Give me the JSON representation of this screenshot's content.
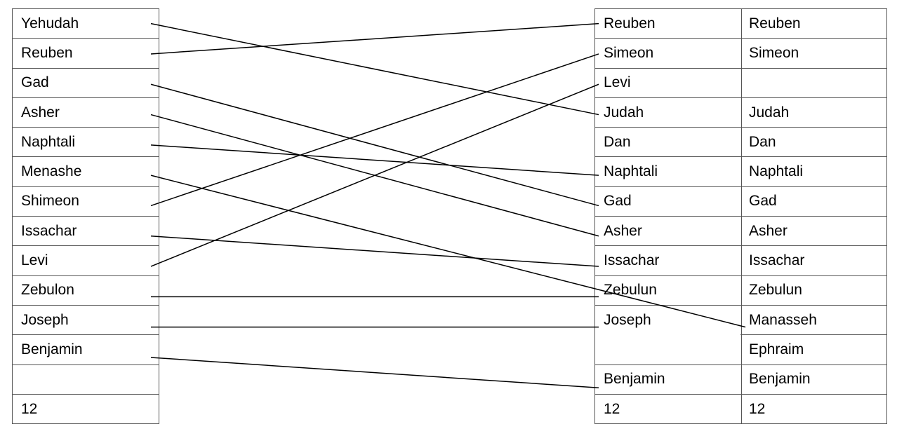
{
  "left_list": [
    "Yehudah",
    "Reuben",
    "Gad",
    "Asher",
    "Naphtali",
    "Menashe",
    "Shimeon",
    "Issachar",
    "Levi",
    "Zebulon",
    "Joseph",
    "Benjamin",
    "",
    "12"
  ],
  "middle_list": [
    "Reuben",
    "Simeon",
    "Levi",
    "Judah",
    "Dan",
    "Naphtali",
    "Gad",
    "Asher",
    "Issachar",
    "Zebulun",
    "Joseph",
    "",
    "Benjamin",
    "12"
  ],
  "right_list": [
    "Reuben",
    "Simeon",
    "",
    "Judah",
    "Dan",
    "Naphtali",
    "Gad",
    "Asher",
    "Issachar",
    "Zebulun",
    "Manasseh",
    "Ephraim",
    "Benjamin",
    "12"
  ],
  "connections": [
    {
      "from": 0,
      "to_col": "middle",
      "to": 3
    },
    {
      "from": 1,
      "to_col": "middle",
      "to": 0
    },
    {
      "from": 2,
      "to_col": "middle",
      "to": 6
    },
    {
      "from": 3,
      "to_col": "middle",
      "to": 7
    },
    {
      "from": 4,
      "to_col": "middle",
      "to": 5
    },
    {
      "from": 5,
      "to_col": "right",
      "to": 10
    },
    {
      "from": 6,
      "to_col": "middle",
      "to": 1
    },
    {
      "from": 7,
      "to_col": "middle",
      "to": 8
    },
    {
      "from": 8,
      "to_col": "middle",
      "to": 2
    },
    {
      "from": 9,
      "to_col": "middle",
      "to": 9
    },
    {
      "from": 10,
      "to_col": "middle",
      "to": 10
    },
    {
      "from": 11,
      "to_col": "middle",
      "to": 12
    }
  ]
}
